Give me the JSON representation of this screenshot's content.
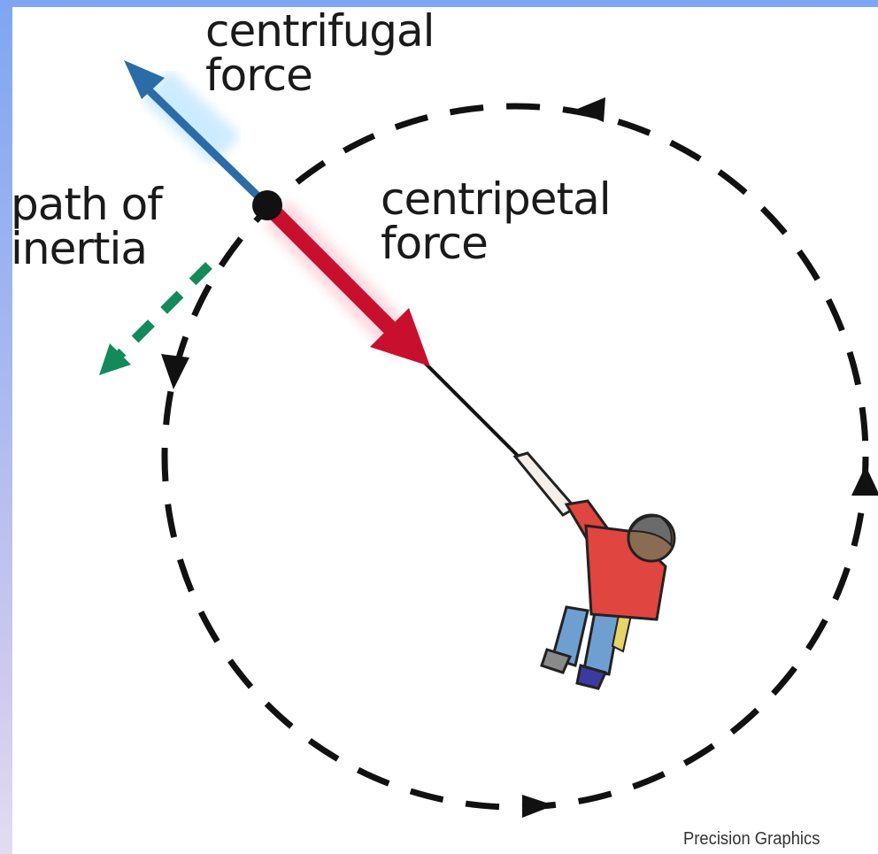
{
  "labels": {
    "centrifugal": [
      "centrifugal",
      "force"
    ],
    "centripetal": [
      "centripetal",
      "force"
    ],
    "inertia": [
      "path of",
      "inertia"
    ],
    "credit": "Precision Graphics"
  },
  "colors": {
    "centrifugal_arrow": "#2b6ca8",
    "centripetal_arrow": "#c8102e",
    "inertia_arrow": "#128a5a",
    "path": "#111111",
    "shirt": "#e0453f",
    "jeans": "#6f9fd0",
    "skin": "#8a6c52"
  }
}
